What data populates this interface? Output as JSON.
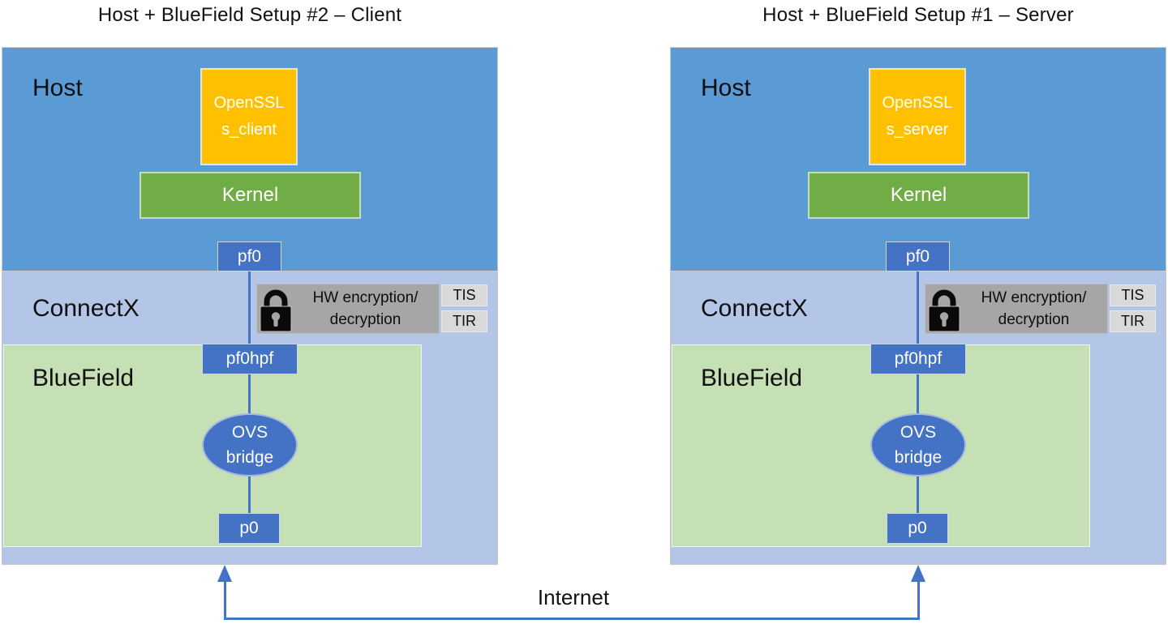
{
  "diagrams": [
    {
      "title": "Host + BlueField Setup #2 – Client",
      "host_label": "Host",
      "app_line1": "OpenSSL",
      "app_line2": "s_client",
      "kernel_label": "Kernel",
      "pf0_label": "pf0",
      "connectx_label": "ConnectX",
      "hw_line1": "HW encryption/",
      "hw_line2": "decryption",
      "tis_label": "TIS",
      "tir_label": "TIR",
      "bluefield_label": "BlueField",
      "pf0hpf_label": "pf0hpf",
      "ovs_line1": "OVS",
      "ovs_line2": "bridge",
      "p0_label": "p0"
    },
    {
      "title": "Host + BlueField Setup #1 – Server",
      "host_label": "Host",
      "app_line1": "OpenSSL",
      "app_line2": "s_server",
      "kernel_label": "Kernel",
      "pf0_label": "pf0",
      "connectx_label": "ConnectX",
      "hw_line1": "HW encryption/",
      "hw_line2": "decryption",
      "tis_label": "TIS",
      "tir_label": "TIR",
      "bluefield_label": "BlueField",
      "pf0hpf_label": "pf0hpf",
      "ovs_line1": "OVS",
      "ovs_line2": "bridge",
      "p0_label": "p0"
    }
  ],
  "internet_label": "Internet",
  "colors": {
    "host_fill": "#5B9BD5",
    "connectx_band_fill": "#B4C6E7",
    "bluefield_fill": "#C5E0B4",
    "kernel_fill": "#70AD47",
    "openssl_fill": "#FFC000",
    "node_fill": "#4472C4",
    "hw_box_fill": "#A6A6A6",
    "tag_fill": "#D9D9D9",
    "connector": "#4472C4",
    "text_dark": "#111111",
    "text_light": "#ffffff"
  }
}
